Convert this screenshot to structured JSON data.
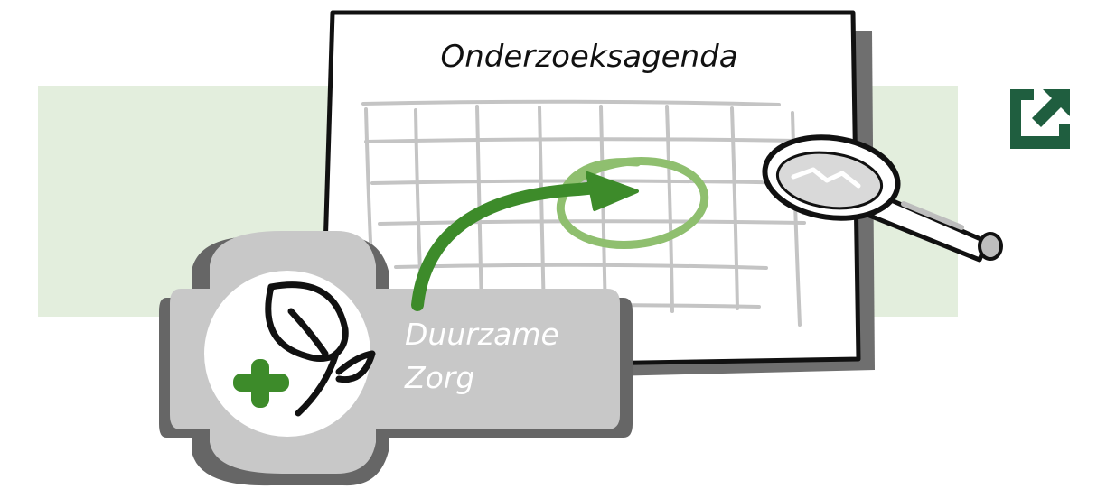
{
  "board": {
    "title": "Onderzoeksagenda"
  },
  "badge": {
    "line1": "Duurzame",
    "line2": "Zorg"
  },
  "icons": {
    "plant": "plant-icon",
    "plus": "plus-icon",
    "magnifier": "magnifying-glass-icon",
    "arrow": "curved-arrow-icon",
    "external_link": "external-link-icon"
  },
  "colors": {
    "background_band": "#e3eedd",
    "accent_green": "#3d8b2a",
    "highlight_green": "#8fbf6f",
    "link_green": "#1f5e3f",
    "badge_grey": "#c8c8c8"
  }
}
